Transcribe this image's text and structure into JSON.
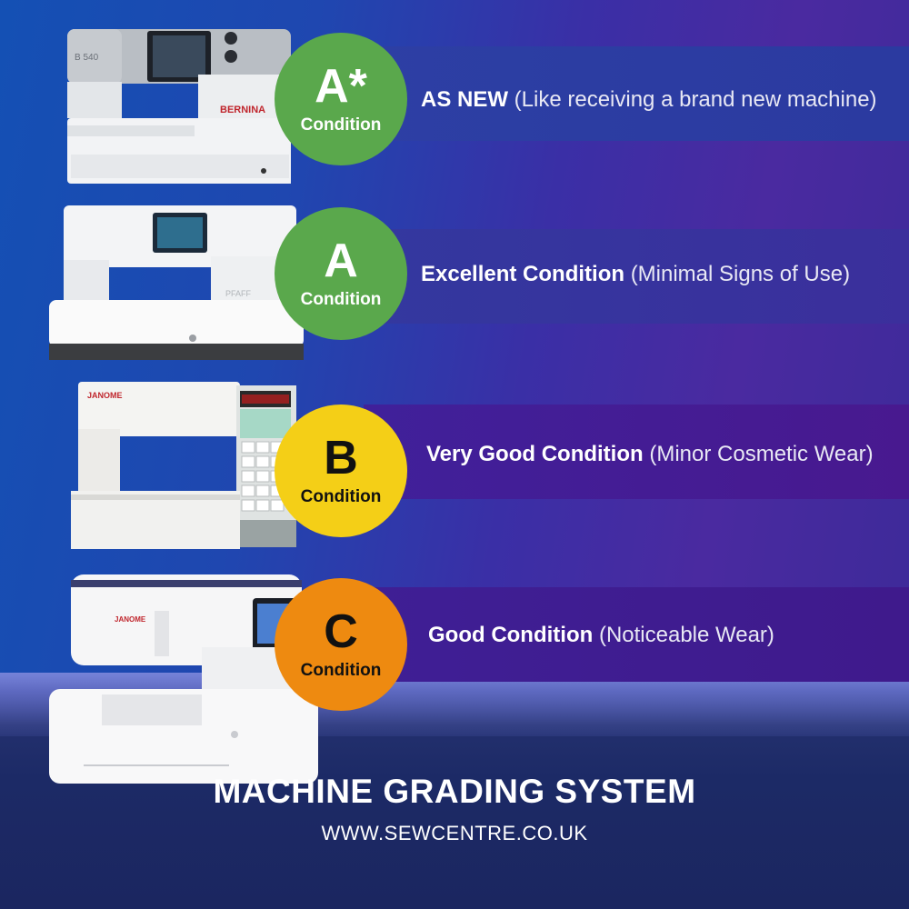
{
  "rows": [
    {
      "grade": "A*",
      "condition_label": "Condition",
      "title": "AS NEW",
      "description": "(Like receiving a brand new machine)",
      "badge_color": "#5aa84c",
      "machine_brand": "BERNINA"
    },
    {
      "grade": "A",
      "condition_label": "Condition",
      "title": "Excellent Condition",
      "description": "(Minimal Signs of Use)",
      "badge_color": "#5aa84c",
      "machine_brand": "PFAFF"
    },
    {
      "grade": "B",
      "condition_label": "Condition",
      "title": "Very Good Condition",
      "description": "(Minor Cosmetic Wear)",
      "badge_color": "#f4cf17",
      "machine_brand": "JANOME"
    },
    {
      "grade": "C",
      "condition_label": "Condition",
      "title": "Good Condition",
      "description": "(Noticeable Wear)",
      "badge_color": "#ee8a10",
      "machine_brand": "JANOME"
    }
  ],
  "footer": {
    "title": "MACHINE GRADING SYSTEM",
    "url": "WWW.SEWCENTRE.CO.UK"
  }
}
